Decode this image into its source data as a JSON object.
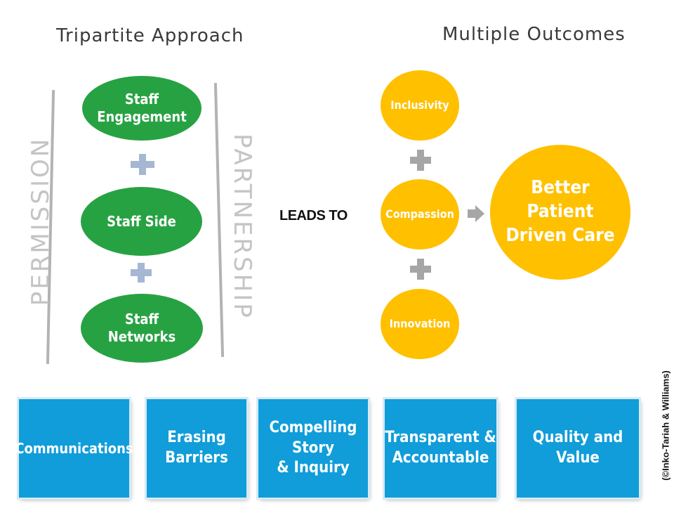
{
  "headings": {
    "left": "Tripartite Approach",
    "right": "Multiple Outcomes"
  },
  "side_labels": {
    "left": "PERMISSION",
    "right": "PARTNERSHIP"
  },
  "approach": [
    "Staff\nEngagement",
    "Staff Side",
    "Staff\nNetworks"
  ],
  "connector": "LEADS TO",
  "outcomes": [
    "Inclusivity",
    "Compassion",
    "Innovation"
  ],
  "result": "Better\nPatient\nDriven Care",
  "pillars": [
    "Communications",
    "Erasing\nBarriers",
    "Compelling\nStory\n& Inquiry",
    "Transparent &\nAccountable",
    "Quality and\nValue"
  ],
  "credit": "(©Inko-Tariah & Williams)",
  "colors": {
    "approach_green": "#27a243",
    "outcome_gold": "#ffc000",
    "pillar_blue": "#109dd9",
    "plus_left": "#a6b7d3",
    "plus_right": "#a6a6a6"
  }
}
